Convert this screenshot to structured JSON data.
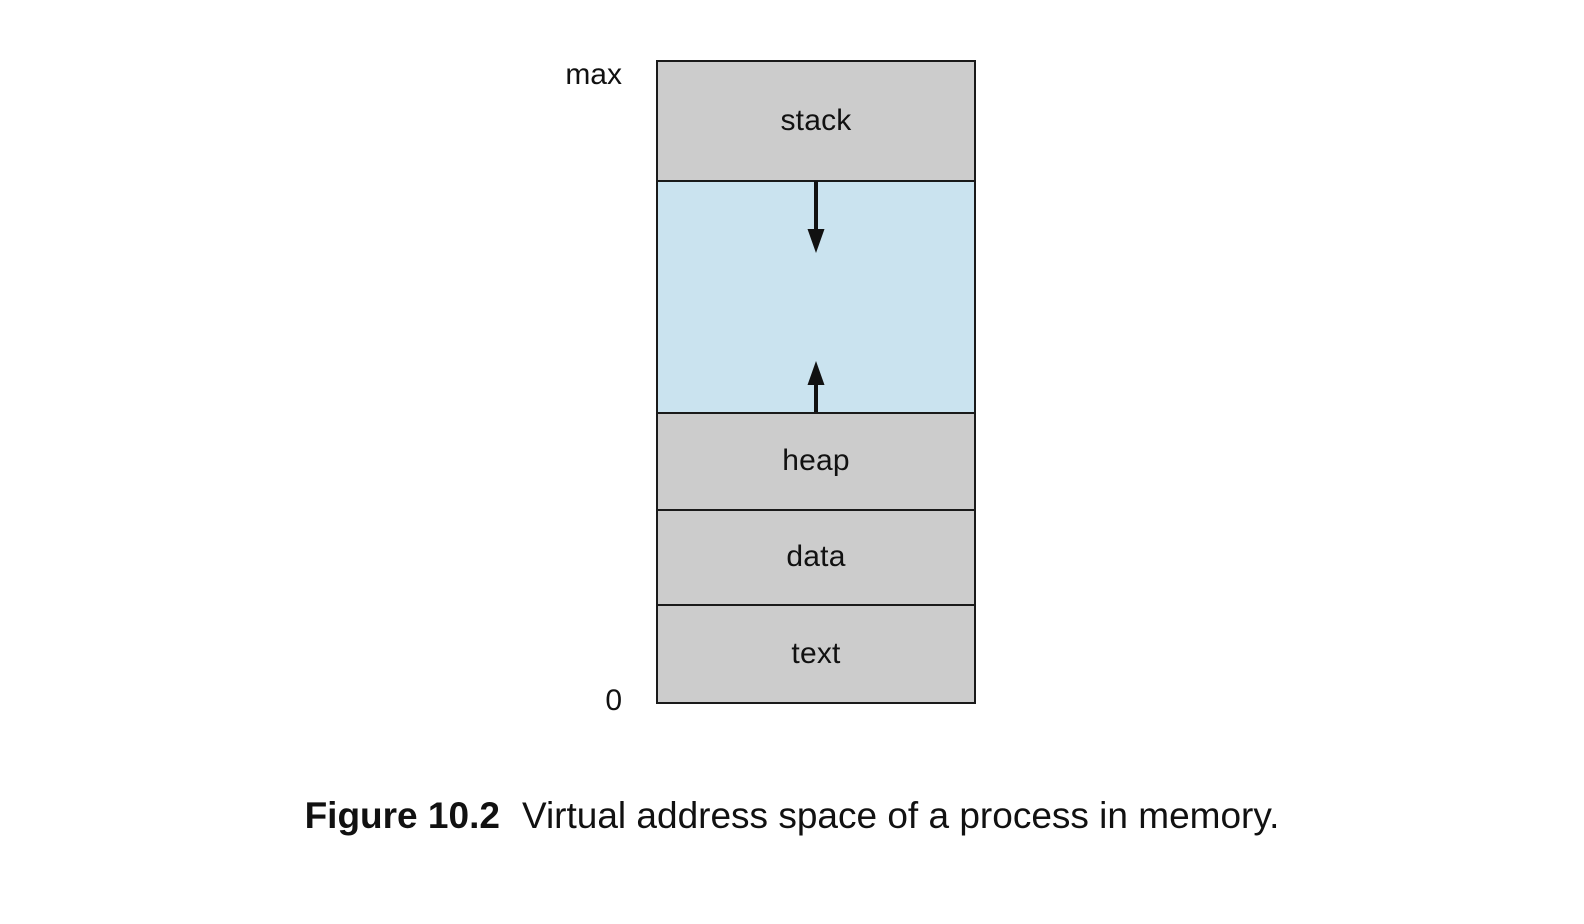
{
  "figure": {
    "caption_number": "Figure 10.2",
    "caption_text": "Virtual address space of a process in memory.",
    "axis": {
      "top_label": "max",
      "bottom_label": "0"
    },
    "segments": [
      {
        "label": "stack",
        "fill": "#cccccc"
      },
      {
        "label": "",
        "fill": "#cae3ef"
      },
      {
        "label": "heap",
        "fill": "#cccccc"
      },
      {
        "label": "data",
        "fill": "#cccccc"
      },
      {
        "label": "text",
        "fill": "#cccccc"
      }
    ],
    "arrows": [
      {
        "name": "stack-grows-down",
        "direction": "down"
      },
      {
        "name": "heap-grows-up",
        "direction": "up"
      }
    ],
    "colors": {
      "segment_gray": "#cccccc",
      "free_space_blue": "#cae3ef",
      "border": "#1a1a1a",
      "text": "#111111",
      "background": "#ffffff"
    }
  }
}
